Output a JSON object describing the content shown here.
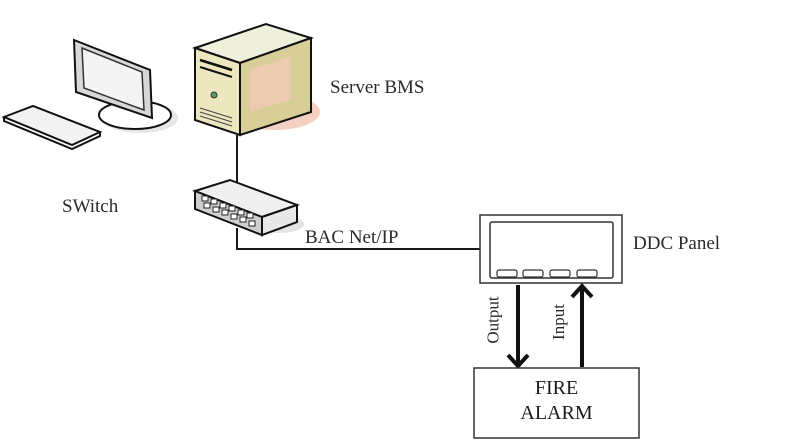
{
  "diagram": {
    "nodes": {
      "workstation": {
        "label": "",
        "icon": "desktop-computer-icon"
      },
      "server": {
        "label": "Server BMS",
        "icon": "server-tower-icon"
      },
      "switch": {
        "label": "SWitch",
        "icon": "network-switch-icon"
      },
      "ddc_panel": {
        "label": "DDC Panel",
        "icon": "ddc-controller-icon"
      },
      "fire_alarm": {
        "line1": "FIRE",
        "line2": "ALARM"
      }
    },
    "links": {
      "network": {
        "label": "BAC Net/IP"
      },
      "output": {
        "label": "Output",
        "direction": "ddc_panel→fire_alarm"
      },
      "input": {
        "label": "Input",
        "direction": "fire_alarm→ddc_panel"
      }
    },
    "colors": {
      "line": "#1a1a1a",
      "server_front": "#e8e4b8",
      "server_side": "#d9cf98",
      "server_accent": "#f2c9b8",
      "led": "#4aa066"
    }
  }
}
